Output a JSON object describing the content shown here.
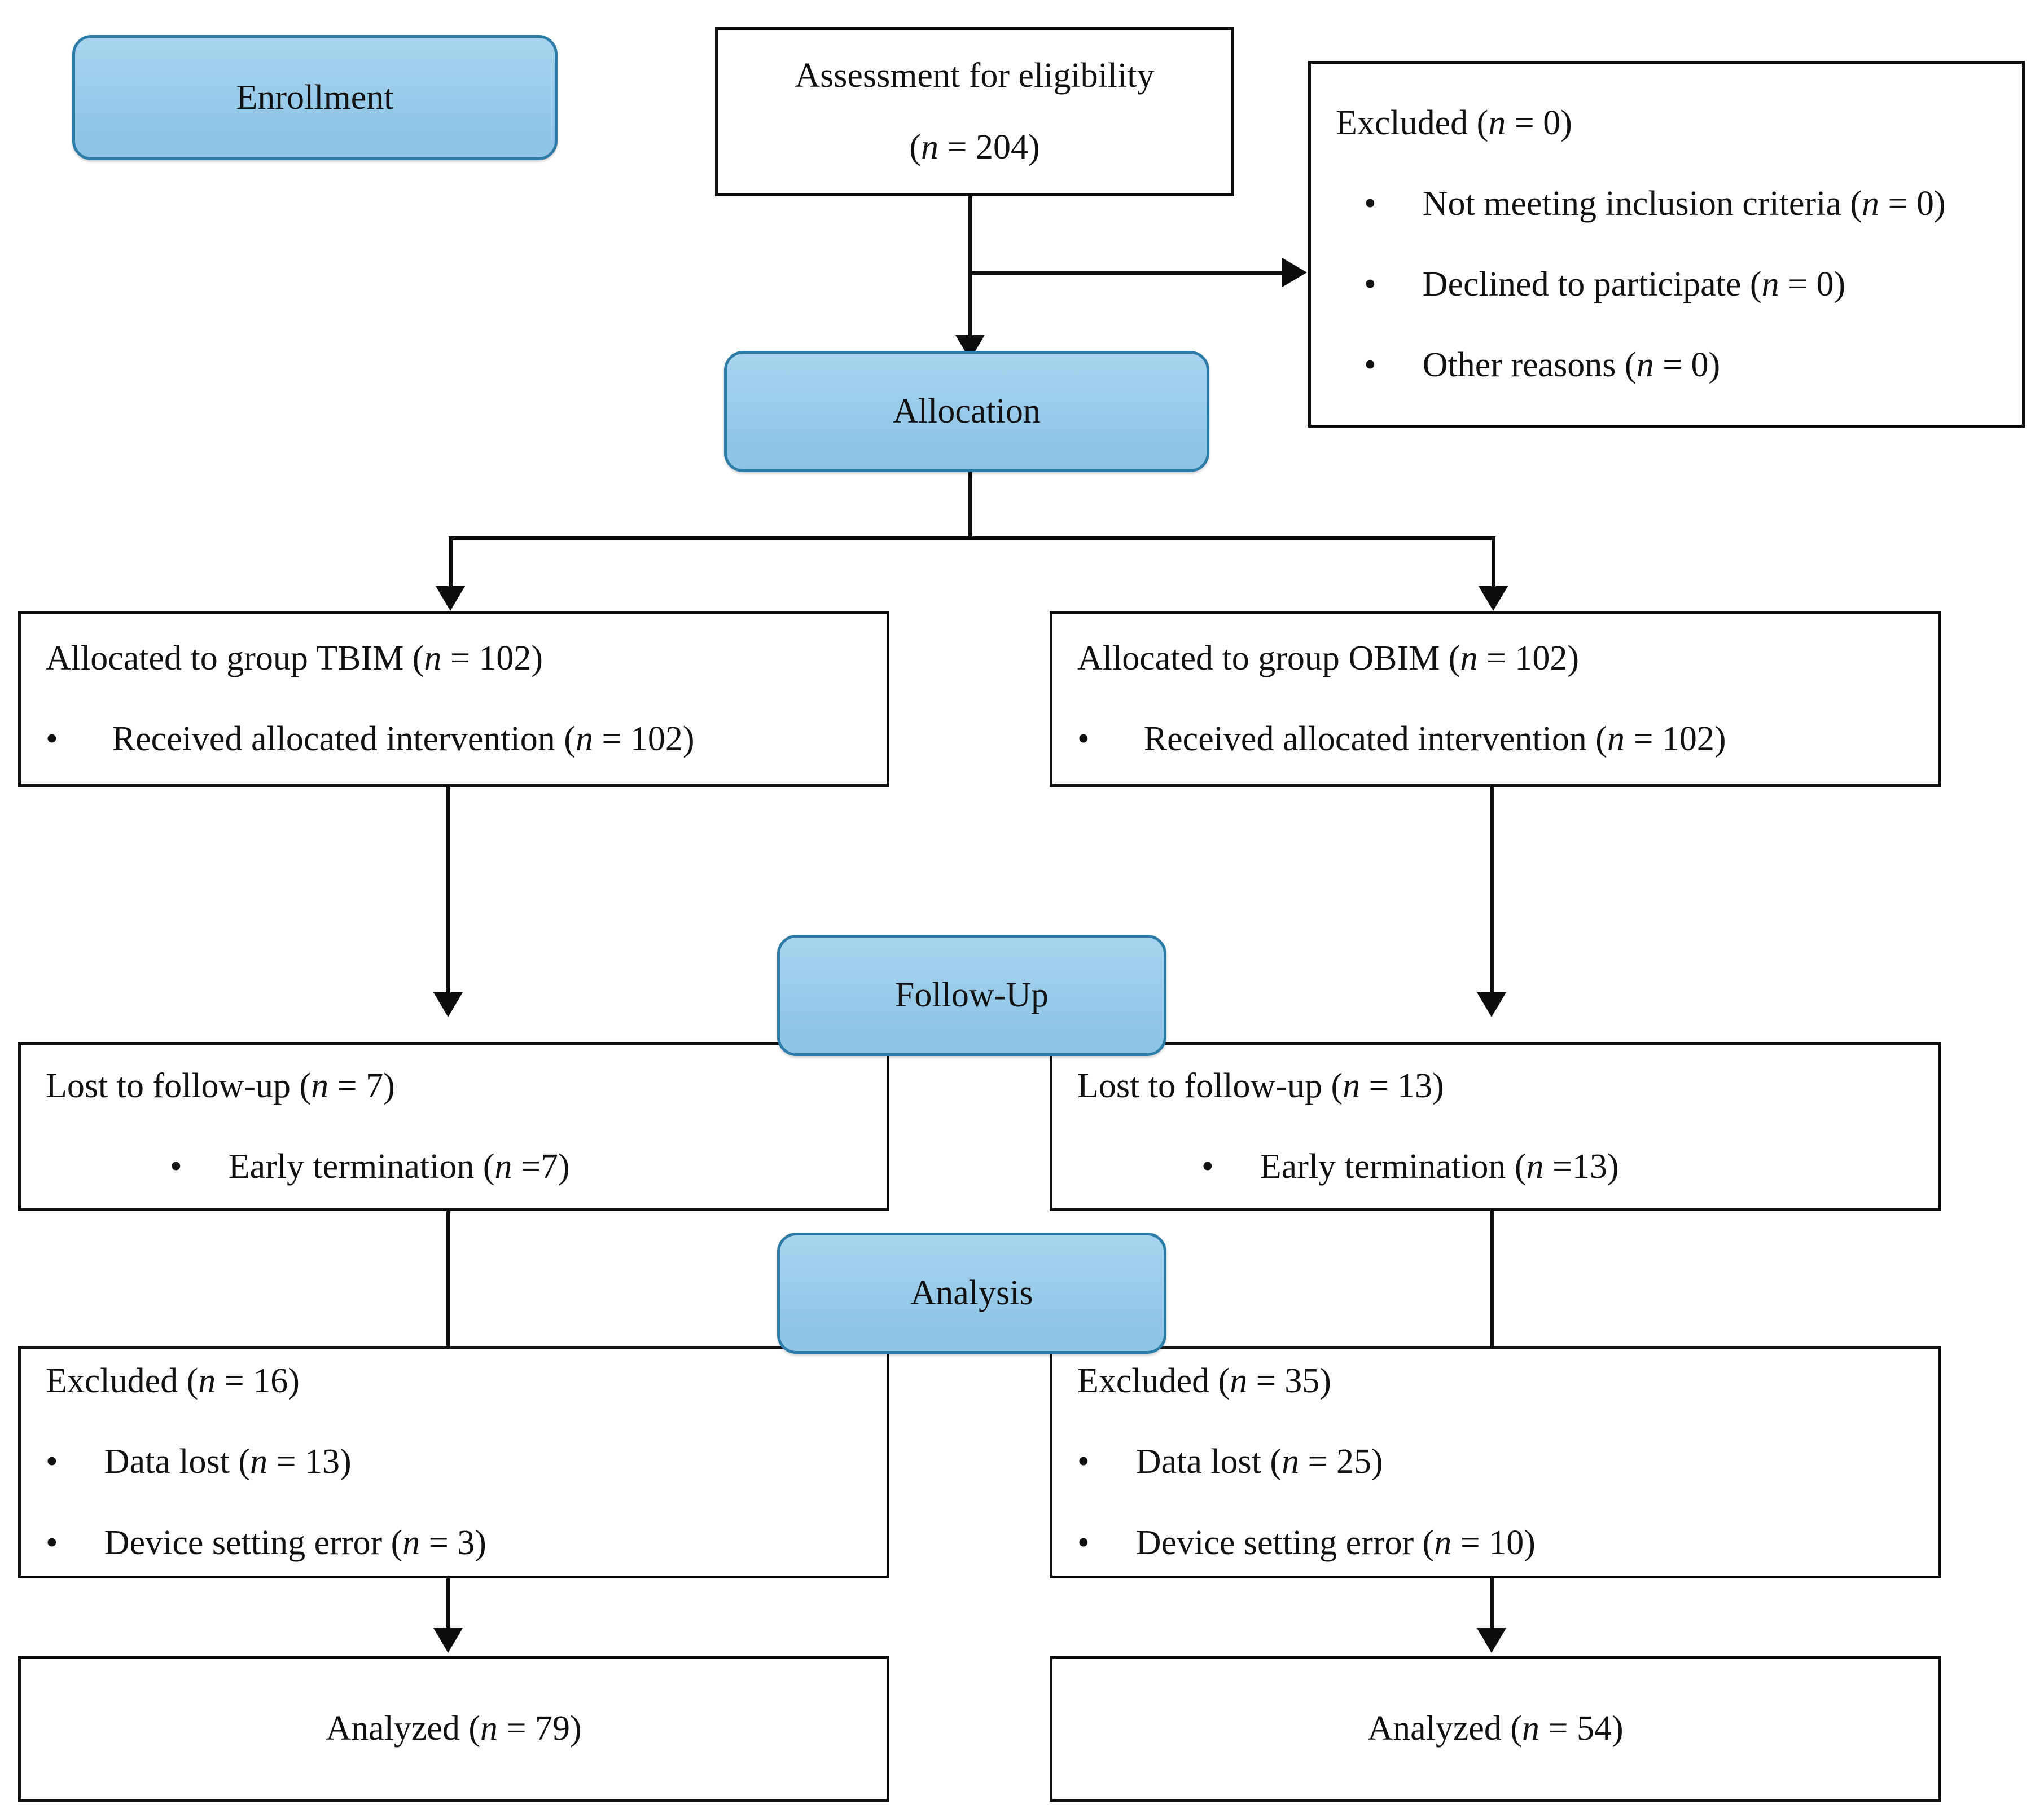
{
  "diagram": {
    "title": "CONSORT participant flow diagram",
    "accent_blue": "#97cae9",
    "accent_blue_border": "#2d7ca8",
    "box_border": "#0d0d0d"
  },
  "stages": {
    "enrollment": "Enrollment",
    "allocation": "Allocation",
    "followup": "Follow-Up",
    "analysis": "Analysis"
  },
  "assessment": {
    "line1": "Assessment for eligibility",
    "n_prefix": "(",
    "n_symbol": "n",
    "n_eq": " = ",
    "n_value": "204",
    "n_suffix": ")"
  },
  "excluded_enrollment": {
    "heading_text": "Excluded (",
    "heading_n": "n",
    "heading_eq": " = ",
    "heading_value": "0",
    "heading_close": ")",
    "bullets": [
      {
        "label": "Not meeting inclusion criteria (",
        "n": "n",
        "eq": " = ",
        "value": "0",
        "close": ")"
      },
      {
        "label": "Declined to participate (",
        "n": "n",
        "eq": " = ",
        "value": "0",
        "close": ")"
      },
      {
        "label": "Other reasons (",
        "n": "n",
        "eq": " = ",
        "value": "0",
        "close": ")"
      }
    ]
  },
  "allocation_left": {
    "heading_text": "Allocated to group TBIM (",
    "heading_n": "n",
    "heading_eq": " = ",
    "heading_value": "102",
    "heading_close": ")",
    "bullet_label": "Received allocated intervention (",
    "bullet_n": "n",
    "bullet_eq": " = ",
    "bullet_value": "102",
    "bullet_close": ")"
  },
  "allocation_right": {
    "heading_text": "Allocated to group OBIM (",
    "heading_n": "n",
    "heading_eq": " = ",
    "heading_value": "102",
    "heading_close": ")",
    "bullet_label": "Received allocated intervention (",
    "bullet_n": "n",
    "bullet_eq": " = ",
    "bullet_value": "102",
    "bullet_close": ")"
  },
  "followup_left": {
    "heading_text": "Lost to follow-up (",
    "heading_n": "n",
    "heading_eq": " = ",
    "heading_value": "7",
    "heading_close": ")",
    "bullet_label": "Early termination (",
    "bullet_n": "n",
    "bullet_eq": " =",
    "bullet_value": "7",
    "bullet_close": ")"
  },
  "followup_right": {
    "heading_text": "Lost to follow-up (",
    "heading_n": "n",
    "heading_eq": " = ",
    "heading_value": "13",
    "heading_close": ")",
    "bullet_label": "Early termination (",
    "bullet_n": "n",
    "bullet_eq": " =",
    "bullet_value": "13",
    "bullet_close": ")"
  },
  "analysis_excluded_left": {
    "heading_text": "Excluded (",
    "heading_n": "n",
    "heading_eq": " = ",
    "heading_value": "16",
    "heading_close": ")",
    "bullets": [
      {
        "label": "Data lost (",
        "n": "n",
        "eq": " = ",
        "value": "13",
        "close": ")"
      },
      {
        "label": "Device setting error (",
        "n": "n",
        "eq": " = ",
        "value": "3",
        "close": ")"
      }
    ]
  },
  "analysis_excluded_right": {
    "heading_text": "Excluded (",
    "heading_n": "n",
    "heading_eq": " = ",
    "heading_value": "35",
    "heading_close": ")",
    "bullets": [
      {
        "label": "Data lost (",
        "n": "n",
        "eq": " = ",
        "value": "25",
        "close": ")"
      },
      {
        "label": "Device setting error (",
        "n": "n",
        "eq": " = ",
        "value": "10",
        "close": ")"
      }
    ]
  },
  "analyzed_left": {
    "text": "Analyzed (",
    "n": "n",
    "eq": " = ",
    "value": "79",
    "close": ")"
  },
  "analyzed_right": {
    "text": "Analyzed (",
    "n": "n",
    "eq": " = ",
    "value": "54",
    "close": ")"
  },
  "bullet_glyph": "•"
}
